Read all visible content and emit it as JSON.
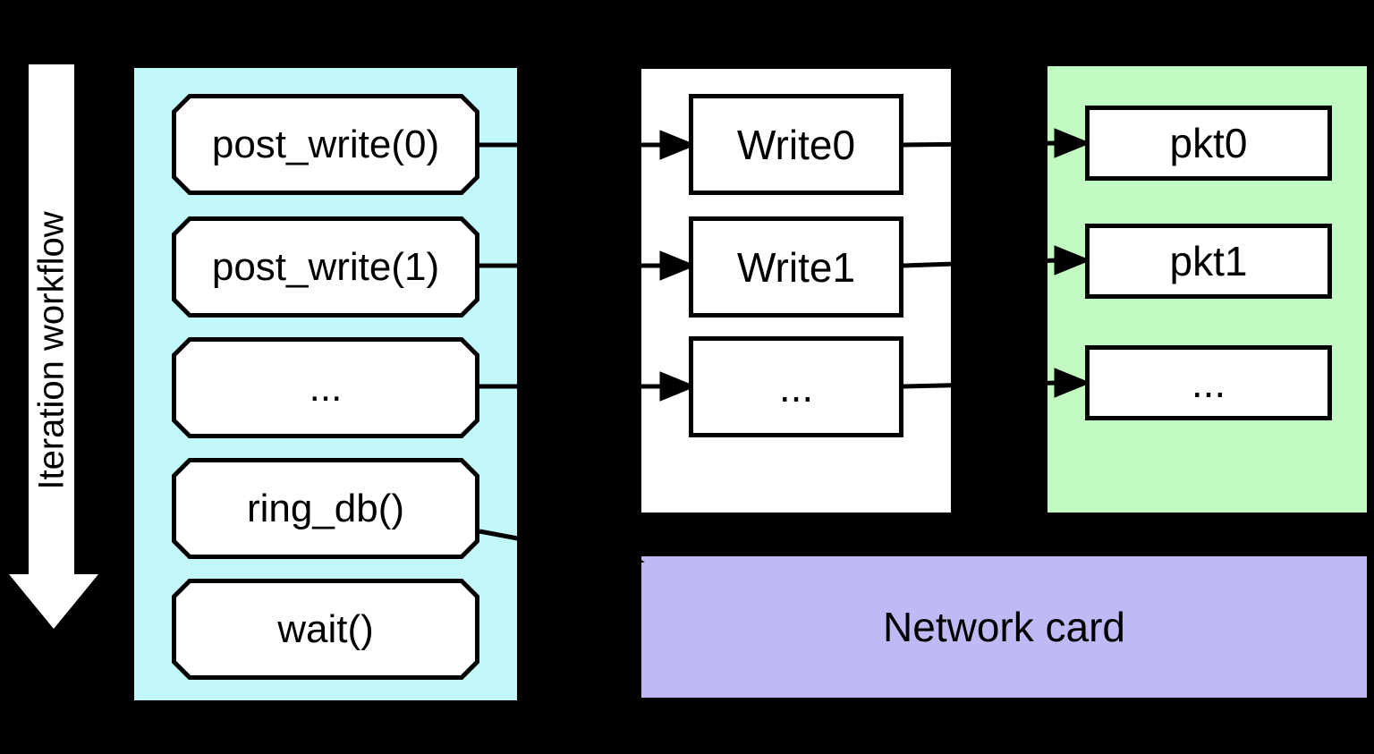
{
  "workflow": {
    "label": "Iteration workflow"
  },
  "iteration_steps": [
    "post_write(0)",
    "post_write(1)",
    "...",
    "ring_db()",
    "wait()"
  ],
  "queue_items": [
    "Write0",
    "Write1",
    "..."
  ],
  "packet_items": [
    "pkt0",
    "pkt1",
    "..."
  ],
  "network_card": {
    "label": "Network card"
  },
  "colors": {
    "cyan_panel": "#c2f8fa",
    "green_panel": "#c1fbc1",
    "purple_panel": "#bfbaf5",
    "box_fill": "#ffffff",
    "line": "#000000",
    "background": "#000000"
  }
}
